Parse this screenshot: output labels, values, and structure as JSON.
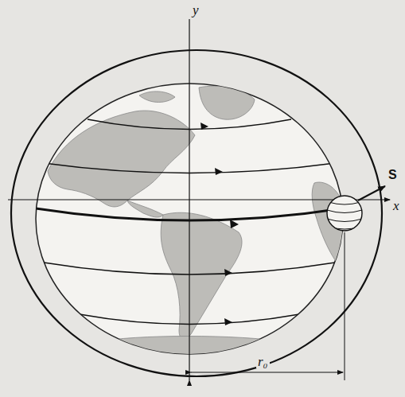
{
  "diagram": {
    "labels": [
      "y",
      "x",
      "S",
      "r₀"
    ]
  }
}
